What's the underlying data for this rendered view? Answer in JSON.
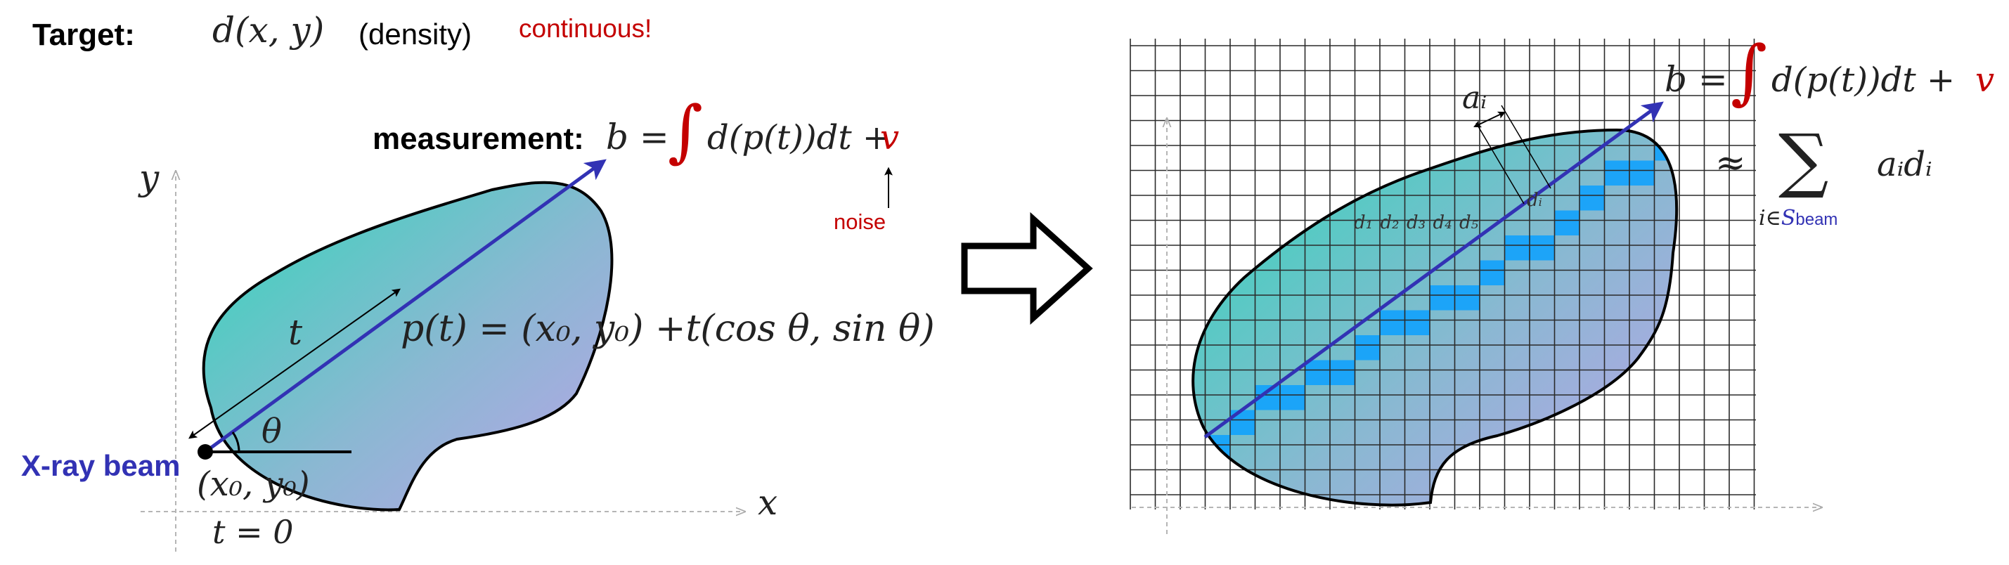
{
  "colors": {
    "beam": "#3232b4",
    "noise": "#c40000",
    "blob_start": "#3fd2bd",
    "blob_end": "#b4a6e6",
    "cell": "#0aa0ff",
    "grid": "#2a2a2a"
  },
  "left": {
    "target_label": "Target:",
    "target_formula": "d(x, y)",
    "density_label": "(density)",
    "continuous_label": "continuous!",
    "measurement_label": "measurement:",
    "measurement_b": "b = ",
    "integral_symbol": "∫",
    "integrand": "d(p(t))dt + ",
    "noise_var": "v",
    "noise_label": "noise",
    "param_formula": "p(t) = (x₀, y₀) +t(cos θ, sin θ)",
    "t_label": "t",
    "theta_label": "θ",
    "origin_label": "(x₀, y₀)",
    "t0_label": "t = 0",
    "x_axis_label": "x",
    "y_axis_label": "y",
    "beam_label": "X-ray beam"
  },
  "arrow_icon": "hollow-right-arrow-icon",
  "right": {
    "formula_b": "b = ",
    "integral_symbol": "∫",
    "integrand": "d(p(t))dt + ",
    "noise_var": "v",
    "approx_symbol": "≈",
    "sum_symbol": "∑",
    "sum_term": "aᵢdᵢ",
    "sum_index_prefix": "i∈",
    "sum_index_set": "S",
    "sum_index_sub": "beam",
    "a_i_label": "aᵢ",
    "d_i_label": "dᵢ",
    "cell_labels": [
      "d₁",
      "d₂",
      "d₃",
      "d₄",
      "d₅"
    ]
  }
}
